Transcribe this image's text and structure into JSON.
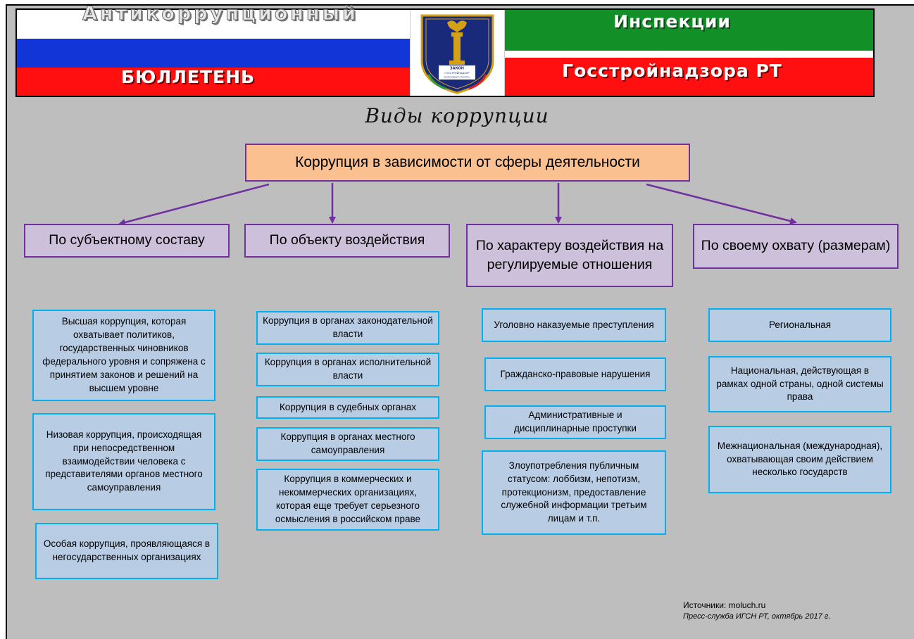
{
  "header": {
    "title_top_left": "Антикоррупционный",
    "title_bottom_left": "БЮЛЛЕТЕНЬ",
    "title_top_right": "Инспекции",
    "title_bottom_right": "Госстройнадзора РТ",
    "logo": {
      "icon": "emblem-shield-icon",
      "text_law": "ЗАКОН",
      "text_org": "ГОССТРОЙНАДЗОР",
      "text_region": "РЕСПУБЛИКИ ТАТАРСТАН"
    }
  },
  "diagram": {
    "title": "Виды коррупции",
    "root": "Коррупция в зависимости от сферы деятельности",
    "categories": [
      {
        "label": "По субъектному составу",
        "items": [
          "Высшая коррупция, которая охватывает политиков, государственных чиновников федерального уровня и сопряжена с принятием законов и решений на высшем уровне",
          "Низовая коррупция, происходящая при непосредственном взаимодействии человека с представителями органов местного самоуправления",
          "Особая коррупция, проявляющаяся в негосударственных организациях"
        ]
      },
      {
        "label": "По объекту воздействия",
        "items": [
          "Коррупция в органах законодательной власти",
          "Коррупция в органах исполнительной власти",
          "Коррупция в судебных органах",
          "Коррупция в органах местного самоуправления",
          "Коррупция в коммерческих и некоммерческих организациях, которая еще требует серьезного осмысления в российском праве"
        ]
      },
      {
        "label": "По характеру воздействия на регулируемые отношения",
        "items": [
          "Уголовно наказуемые преступления",
          "Гражданско-правовые нарушения",
          "Административные и дисциплинарные проступки",
          "Злоупотребления публичным статусом: лоббизм, непотизм, протекционизм, предоставление служебной информации третьим лицам и т.п."
        ]
      },
      {
        "label": "По своему охвату (размерам)",
        "items": [
          "Региональная",
          "Национальная, действующая в рамках одной страны, одной системы права",
          "Межнациональная (международная), охватывающая своим действием несколько государств"
        ]
      }
    ]
  },
  "sources": {
    "line1": "Источники: moluch.ru",
    "line2": "Пресс-служба ИГСН РТ, октябрь 2017 г."
  },
  "colors": {
    "background": "#bebebe",
    "root_fill": "#fac090",
    "category_fill": "#ccc0da",
    "category_border": "#7030a0",
    "leaf_fill": "#b8cce4",
    "leaf_border": "#00b0f0",
    "arrow": "#7030a0",
    "flag_white": "#ffffff",
    "flag_blue": "#1235d8",
    "flag_red": "#ff0f0f",
    "flag_green": "#138f27"
  }
}
